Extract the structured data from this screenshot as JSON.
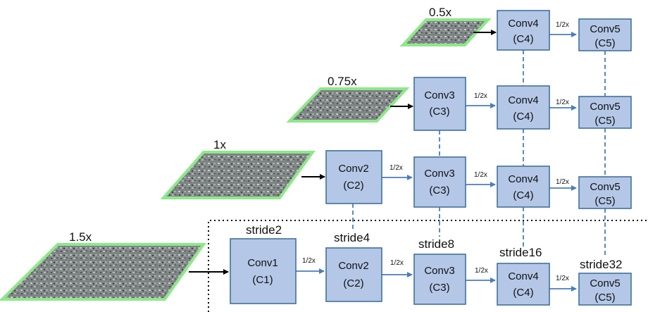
{
  "scales": {
    "s05": "0.5x",
    "s075": "0.75x",
    "s1": "1x",
    "s15": "1.5x"
  },
  "downsample_label": "1/2x",
  "strides": [
    "stride2",
    "stride4",
    "stride8",
    "stride16",
    "stride32"
  ],
  "boxes": {
    "r0_c4": [
      "Conv4",
      "(C4)"
    ],
    "r0_c5": [
      "Conv5",
      "(C5)"
    ],
    "r1_c3": [
      "Conv3",
      "(C3)"
    ],
    "r1_c4": [
      "Conv4",
      "(C4)"
    ],
    "r1_c5": [
      "Conv5",
      "(C5)"
    ],
    "r2_c2": [
      "Conv2",
      "(C2)"
    ],
    "r2_c3": [
      "Conv3",
      "(C3)"
    ],
    "r2_c4": [
      "Conv4",
      "(C4)"
    ],
    "r2_c5": [
      "Conv5",
      "(C5)"
    ],
    "r3_c1": [
      "Conv1",
      "(C1)"
    ],
    "r3_c2": [
      "Conv2",
      "(C2)"
    ],
    "r3_c3": [
      "Conv3",
      "(C3)"
    ],
    "r3_c4": [
      "Conv4",
      "(C4)"
    ],
    "r3_c5": [
      "Conv5",
      "(C5)"
    ]
  },
  "colors": {
    "box_fill": "#b4c7e7",
    "box_border": "#41719c",
    "image_border": "#8ee88a",
    "link": "#4a7ebb"
  }
}
